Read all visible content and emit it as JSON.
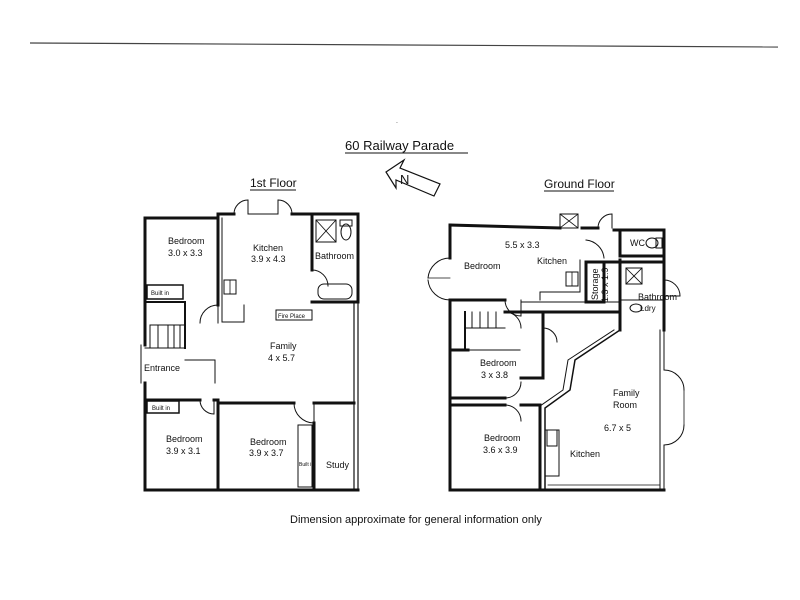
{
  "title": "60 Railway Parade",
  "north": "N",
  "footer": "Dimension approximate for general information only",
  "first_floor": {
    "heading": "1st Floor",
    "rooms": {
      "bedroom_nw": {
        "name": "Bedroom",
        "dim": "3.0 x 3.3"
      },
      "kitchen": {
        "name": "Kitchen",
        "dim": "3.9 x 4.3"
      },
      "bathroom": {
        "name": "Bathroom"
      },
      "built_in_top": {
        "name": "Built in"
      },
      "fire_place": {
        "name": "Fire Place"
      },
      "family": {
        "name": "Family",
        "dim": "4 x 5.7"
      },
      "entrance": {
        "name": "Entrance"
      },
      "built_in_bottom": {
        "name": "Built in"
      },
      "bedroom_sw": {
        "name": "Bedroom",
        "dim": "3.9 x 3.1"
      },
      "bedroom_s": {
        "name": "Bedroom",
        "dim": "3.9 x 3.7"
      },
      "built_in_side": {
        "name": "Built in"
      },
      "study": {
        "name": "Study"
      }
    }
  },
  "ground_floor": {
    "heading": "Ground Floor",
    "rooms": {
      "bedroom_top_dim": "5.5 x 3.3",
      "bedroom_top": {
        "name": "Bedroom"
      },
      "kitchen_top": {
        "name": "Kitchen"
      },
      "storage": {
        "name": "Storage",
        "dim": "1.3 x 1.9"
      },
      "wc": {
        "name": "WC"
      },
      "bathroom": {
        "name": "Bathroom",
        "sub": "Ldry"
      },
      "bedroom_mid": {
        "name": "Bedroom",
        "dim": "3 x 3.8"
      },
      "family_room": {
        "name": "Family",
        "name2": "Room",
        "dim": "6.7 x 5"
      },
      "bedroom_bottom": {
        "name": "Bedroom",
        "dim": "3.6 x 3.9"
      },
      "kitchen_bottom": {
        "name": "Kitchen"
      }
    }
  }
}
